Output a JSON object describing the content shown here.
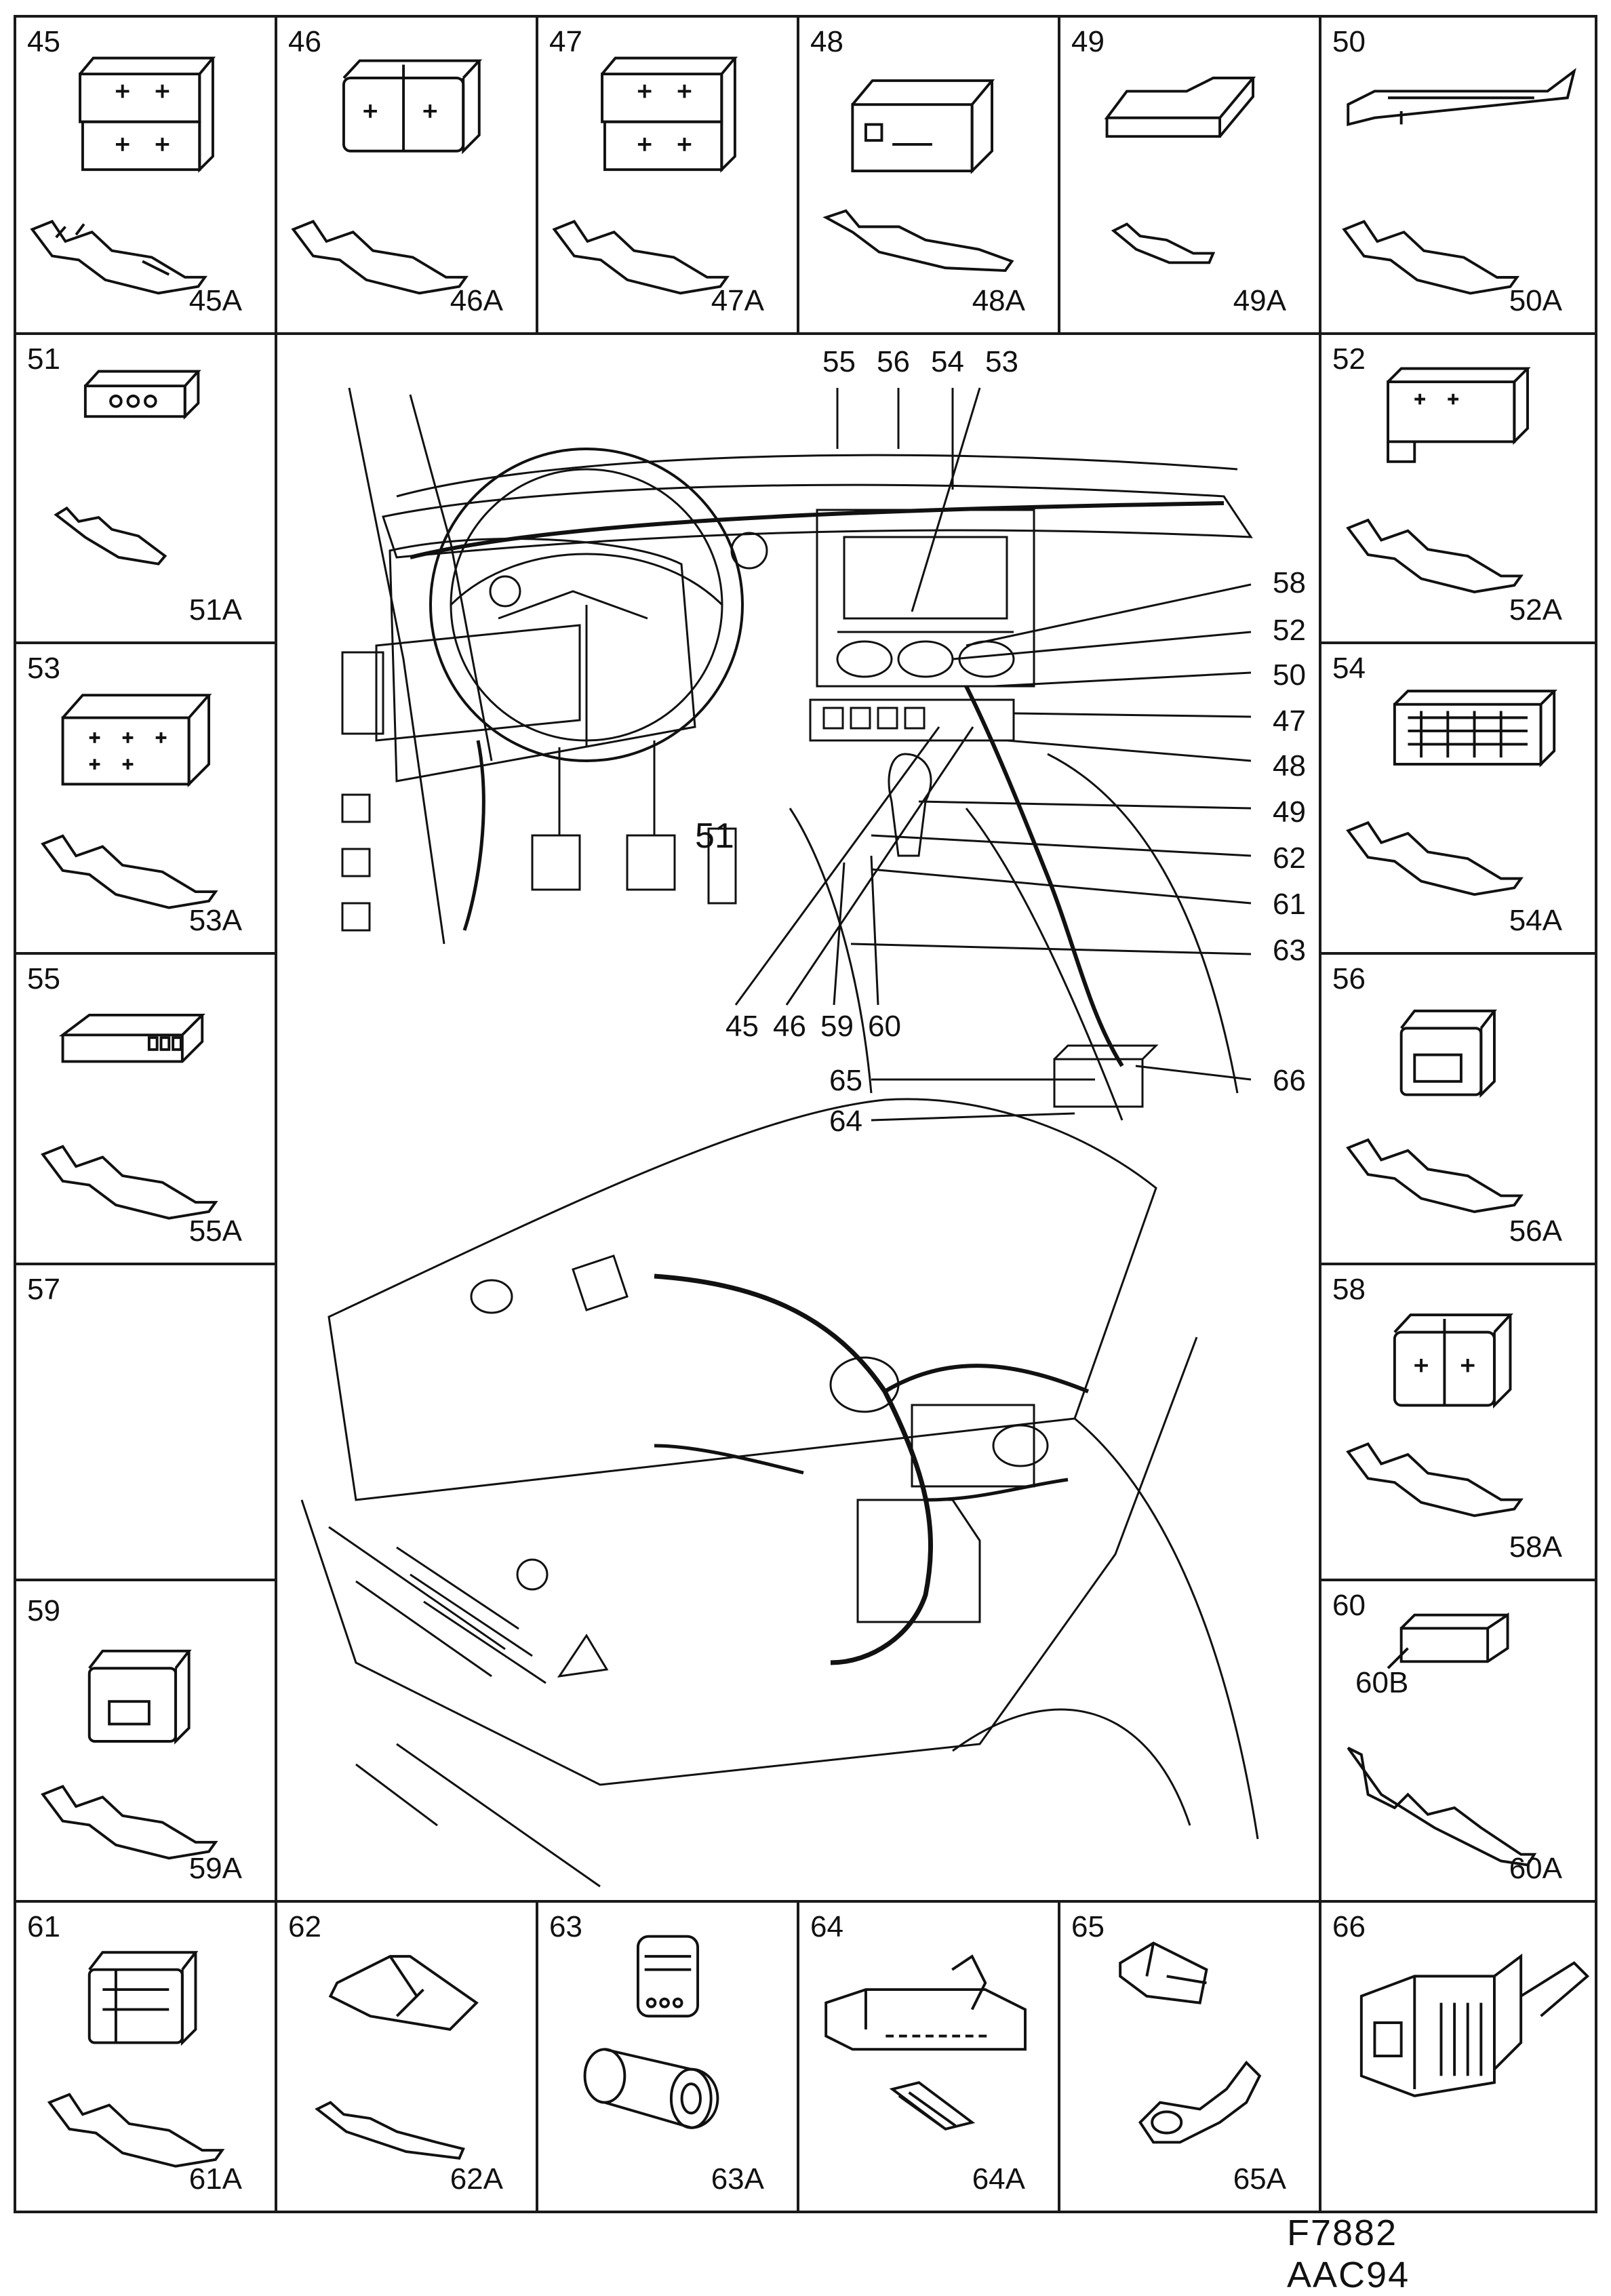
{
  "figure_code": "F7882  AAC94",
  "cells": [
    {
      "num": "45",
      "part": "45A"
    },
    {
      "num": "46",
      "part": "46A"
    },
    {
      "num": "47",
      "part": "47A"
    },
    {
      "num": "48",
      "part": "48A"
    },
    {
      "num": "49",
      "part": "49A"
    },
    {
      "num": "50",
      "part": "50A"
    },
    {
      "num": "51",
      "part": "51A"
    },
    {
      "num": "52",
      "part": "52A"
    },
    {
      "num": "53",
      "part": "53A"
    },
    {
      "num": "54",
      "part": "54A"
    },
    {
      "num": "55",
      "part": "55A"
    },
    {
      "num": "56",
      "part": "56A"
    },
    {
      "num": "57",
      "part": ""
    },
    {
      "num": "58",
      "part": "58A"
    },
    {
      "num": "59",
      "part": "59A"
    },
    {
      "num": "60",
      "part": "60A",
      "sub": "60B"
    },
    {
      "num": "61",
      "part": "61A"
    },
    {
      "num": "62",
      "part": "62A"
    },
    {
      "num": "63",
      "part": "63A"
    },
    {
      "num": "64",
      "part": "64A"
    },
    {
      "num": "65",
      "part": "65A"
    },
    {
      "num": "66",
      "part": ""
    }
  ],
  "callouts": {
    "top": [
      "55",
      "56",
      "54",
      "53"
    ],
    "right": [
      "58",
      "52",
      "50",
      "47",
      "48",
      "49",
      "62",
      "61",
      "63",
      "66"
    ],
    "bottom": [
      "45",
      "46",
      "59",
      "60"
    ],
    "left_lower": [
      "65",
      "64"
    ],
    "wheel": "51"
  }
}
